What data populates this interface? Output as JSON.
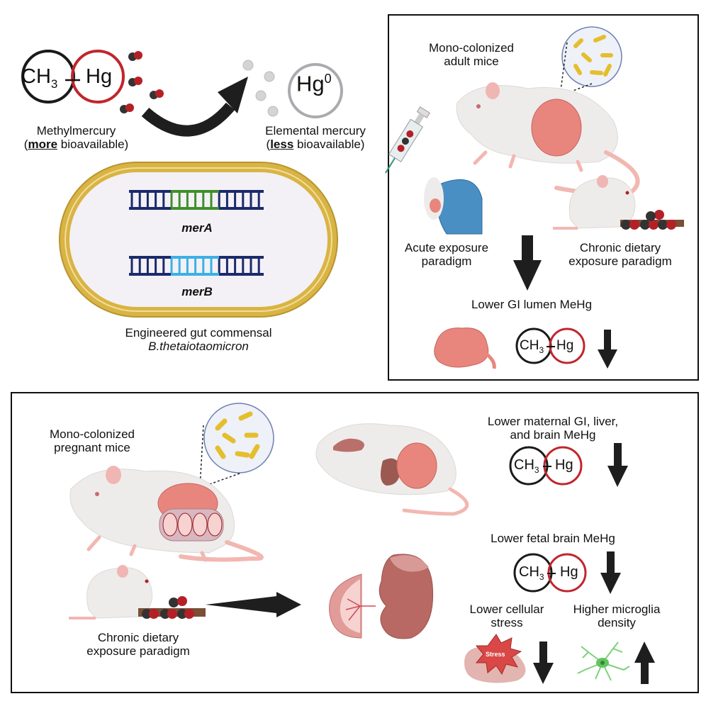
{
  "reaction": {
    "methyl_group": "CH",
    "methyl_sub": "3",
    "mercury": "Hg",
    "elemental_symbol": "Hg",
    "elemental_sup": "0",
    "methylmercury_label": "Methylmercury",
    "methylmercury_paren_open": "(",
    "methylmercury_emph": "more",
    "methylmercury_rest": " bioavailable)",
    "elemental_label": "Elemental mercury",
    "elemental_paren_open": "(",
    "elemental_emph": "less",
    "elemental_rest": " bioavailable)"
  },
  "bacterium": {
    "gene_a": "merA",
    "gene_b": "merB",
    "caption_line1": "Engineered gut commensal",
    "caption_line2": "B.thetaiotaomicron"
  },
  "adult_panel": {
    "title_line1": "Mono-colonized",
    "title_line2": "adult mice",
    "acute_line1": "Acute exposure",
    "acute_line2": "paradigm",
    "chronic_line1": "Chronic dietary",
    "chronic_line2": "exposure paradigm",
    "result": "Lower GI lumen MeHg",
    "mol_ch": "CH",
    "mol_sub": "3",
    "mol_hg": "Hg",
    "direction": "down"
  },
  "pregnant_panel": {
    "title_line1": "Mono-colonized",
    "title_line2": "pregnant mice",
    "chronic_line1": "Chronic dietary",
    "chronic_line2": "exposure paradigm",
    "maternal_line1": "Lower maternal GI, liver,",
    "maternal_line2": "and brain MeHg",
    "maternal_direction": "down",
    "fetal_title": "Lower fetal brain MeHg",
    "fetal_direction": "down",
    "stress_line1": "Lower cellular",
    "stress_line2": "stress",
    "stress_badge": "Stress",
    "stress_direction": "down",
    "microglia_line1": "Higher microglia",
    "microglia_line2": "density",
    "microglia_direction": "up",
    "mol_ch": "CH",
    "mol_sub": "3",
    "mol_hg": "Hg"
  },
  "colors": {
    "methyl_ring": "#1a1a1a",
    "mercury_ring": "#c0262c",
    "elemental_ring": "#a9abae",
    "membrane": "#d9b444",
    "cytoplasm": "#f3f1f6",
    "dna": "#1b2a6b",
    "mera": "#3f8f2a",
    "merb": "#3cb0e6",
    "bacteria": "#e4be2c",
    "gut": "#e8867e",
    "mouse": "#eeeceb",
    "arrow": "#1e1e1e"
  }
}
